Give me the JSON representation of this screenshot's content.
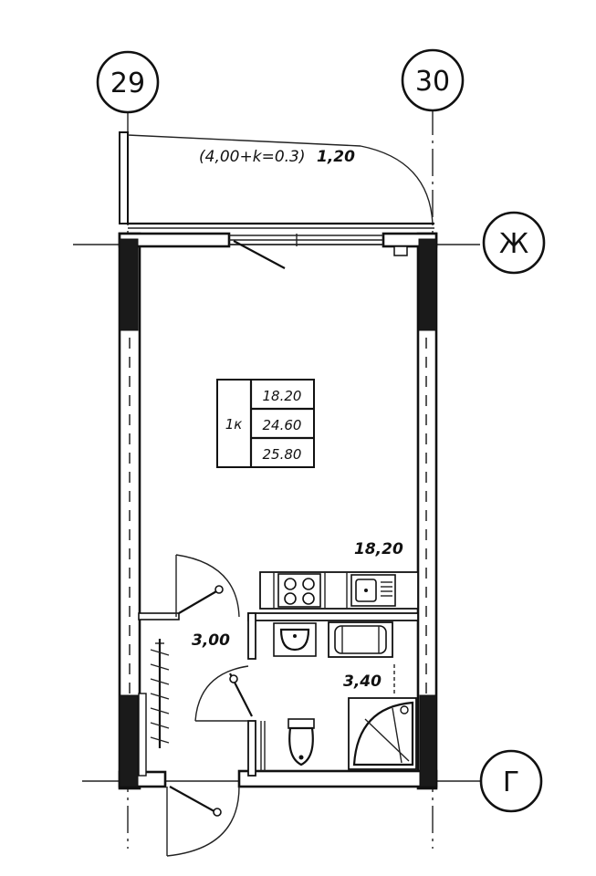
{
  "axes": {
    "a29": "29",
    "a30": "30",
    "zh": "Ж",
    "g": "Г"
  },
  "balcony": {
    "formula": "(4,00+k=0.3)",
    "area": "1,20"
  },
  "room_table": {
    "rooms": "1к",
    "living_area": "18.20",
    "total_area": "24.60",
    "total_with_balcony": "25.80"
  },
  "rooms": {
    "main_room_area": "18,20",
    "hall_area": "3,00",
    "bathroom_area": "3,40"
  }
}
